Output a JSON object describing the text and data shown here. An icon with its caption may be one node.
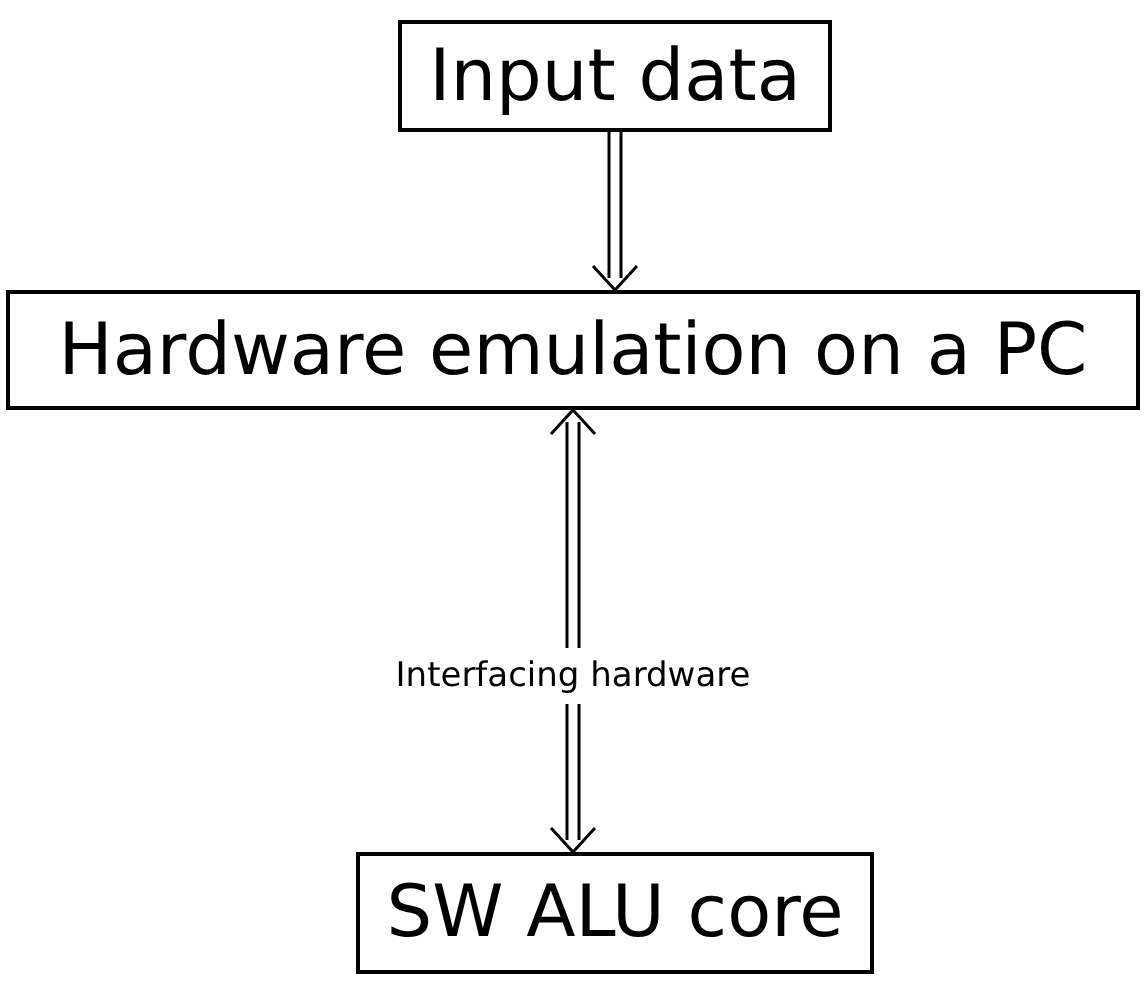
{
  "diagram": {
    "nodes": [
      {
        "text": [
          "Input data"
        ]
      },
      {
        "text": [
          "Hardware emulation on a PC"
        ]
      },
      {
        "text": [
          "Interfacing hardware"
        ]
      },
      {
        "text": [
          "SW ALU core"
        ]
      }
    ],
    "edges": [
      {
        "from": 0,
        "to": 1,
        "arrow": "to"
      },
      {
        "from": 2,
        "to": 1,
        "arrow": "to"
      },
      {
        "from": 2,
        "to": 3,
        "arrow": "to"
      }
    ]
  }
}
